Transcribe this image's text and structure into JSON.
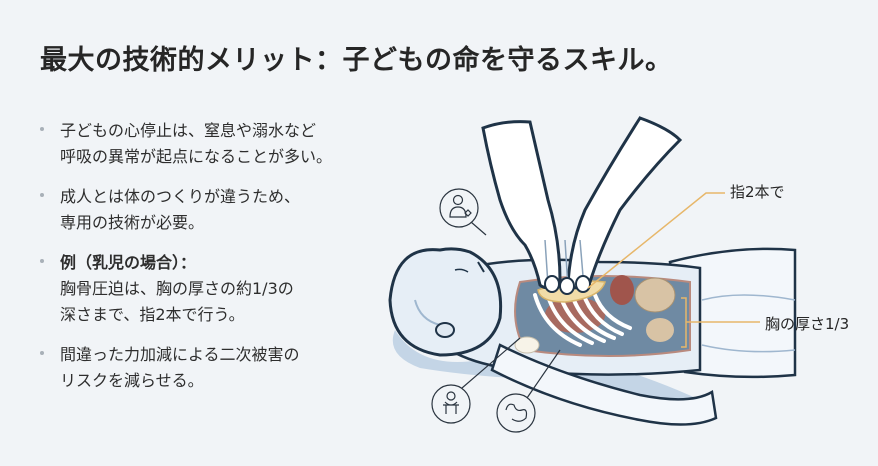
{
  "title": "最大の技術的メリット：子どもの命を守るスキル。",
  "bullets": [
    {
      "lines": [
        "子どもの心停止は、窒息や溺水など",
        "呼吸の異常が起点になることが多い。"
      ],
      "bold_first": false
    },
    {
      "lines": [
        "成人とは体のつくりが違うため、",
        "専用の技術が必要。"
      ],
      "bold_first": false
    },
    {
      "lines": [
        "例（乳児の場合）：",
        "胸骨圧迫は、胸の厚さの約1/3の",
        "深さまで、指2本で行う。"
      ],
      "bold_first": true
    },
    {
      "lines": [
        "間違った力加減による二次被害の",
        "リスクを減らせる。"
      ],
      "bold_first": false
    }
  ],
  "illustration": {
    "description": "Infant lying on back with cutaway chest showing ribs and organs; two fingers pressing on sternum",
    "callouts": {
      "fingers": "指2本で",
      "depth": "胸の厚さ1/3"
    },
    "icons": [
      "child-person-icon",
      "infant-icon",
      "fetus-icon"
    ],
    "colors": {
      "outline": "#1f3347",
      "skin": "#e6eef6",
      "shadow": "#b9cce0",
      "accent_line": "#e7b76a",
      "rib": "#ffffff",
      "organ_red": "#a0554c",
      "organ_tan": "#d8c3a5",
      "cavity": "#6f8aa3"
    }
  }
}
